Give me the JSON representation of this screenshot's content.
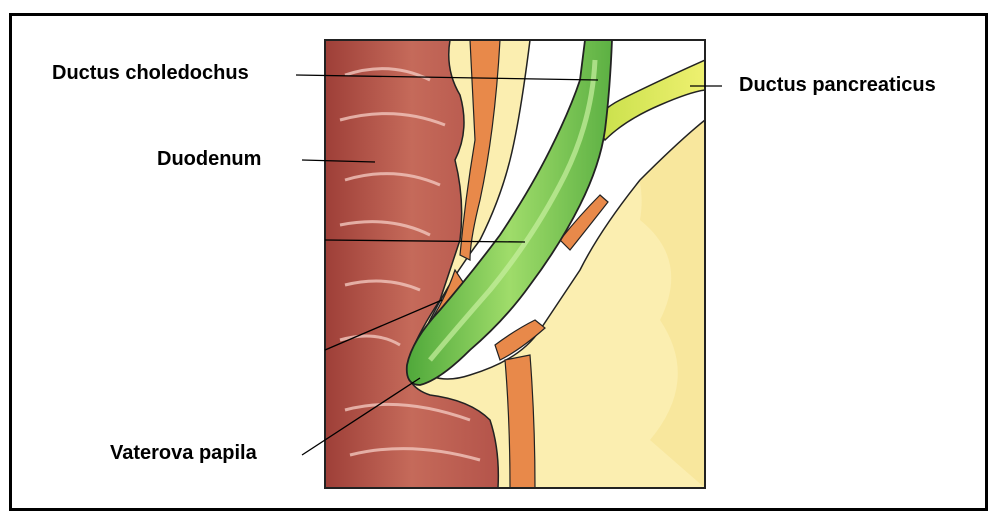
{
  "labels": {
    "ductus_choledochus": "Ductus choledochus",
    "duodenum": "Duodenum",
    "ductus_pancreaticus": "Ductus pancreaticus",
    "vaterova_papila": "Vaterova papila"
  },
  "colors": {
    "duodenum_wall": "#b8584c",
    "muscle": "#e8894a",
    "bile_duct": "#7fc84a",
    "pancreatic_duct": "#d8e84a",
    "pancreas_tissue": "#f8e8a0",
    "outline": "#222222"
  }
}
